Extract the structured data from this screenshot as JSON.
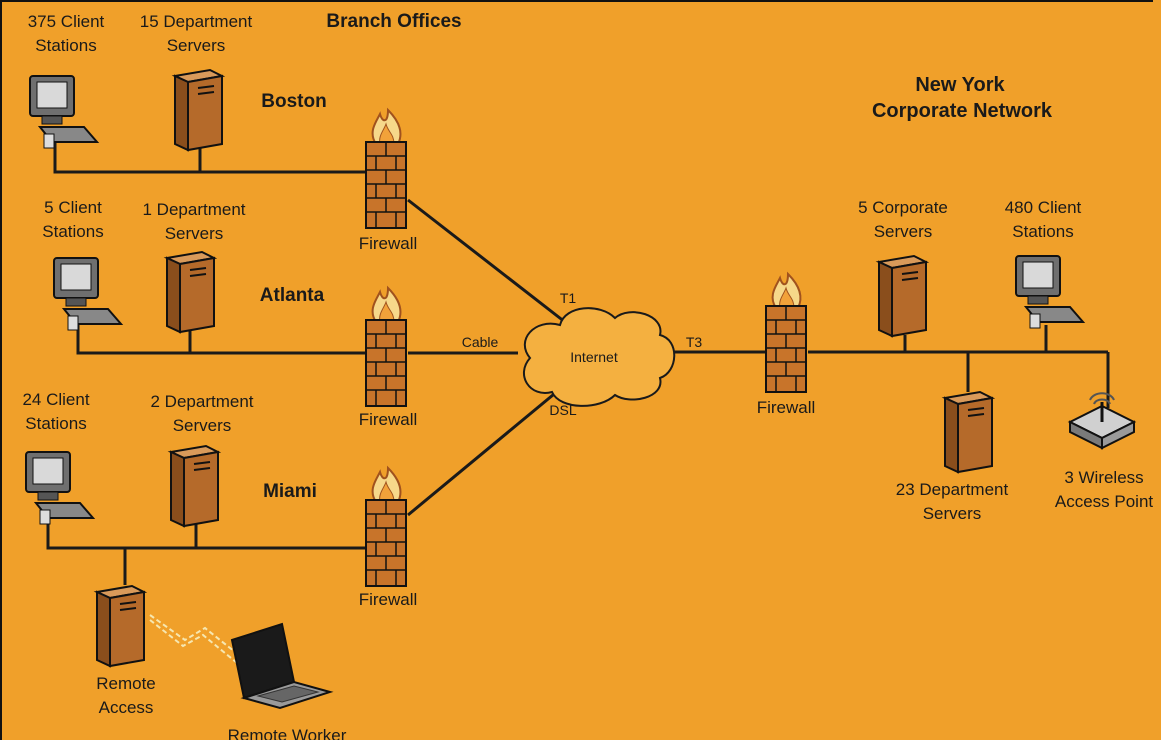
{
  "title": "Branch Offices",
  "new_york": {
    "line1": "New York",
    "line2": "Corporate Network"
  },
  "branches": {
    "boston": {
      "name": "Boston",
      "clients_1": "375 Client",
      "clients_2": "Stations",
      "servers_1": "15 Department",
      "servers_2": "Servers"
    },
    "atlanta": {
      "name": "Atlanta",
      "clients_1": "5 Client",
      "clients_2": "Stations",
      "servers_1": "1 Department",
      "servers_2": "Servers"
    },
    "miami": {
      "name": "Miami",
      "clients_1": "24 Client",
      "clients_2": "Stations",
      "servers_1": "2 Department",
      "servers_2": "Servers"
    }
  },
  "firewall_label": "Firewall",
  "internet_label": "Internet",
  "links": {
    "t1": "T1",
    "cable": "Cable",
    "dsl": "DSL",
    "t3": "T3"
  },
  "remote_access": {
    "line1": "Remote",
    "line2": "Access"
  },
  "remote_worker": "Remote Worker",
  "corporate": {
    "servers_1": "5 Corporate",
    "servers_2": "Servers",
    "clients_1": "480 Client",
    "clients_2": "Stations",
    "dept_1": "23 Department",
    "dept_2": "Servers",
    "wireless_1": "3 Wireless",
    "wireless_2": "Access Point"
  },
  "colors": {
    "background": "#F0A02A",
    "line": "#1a1a1a",
    "brick": "#C8742A",
    "server": "#B56A2A"
  }
}
